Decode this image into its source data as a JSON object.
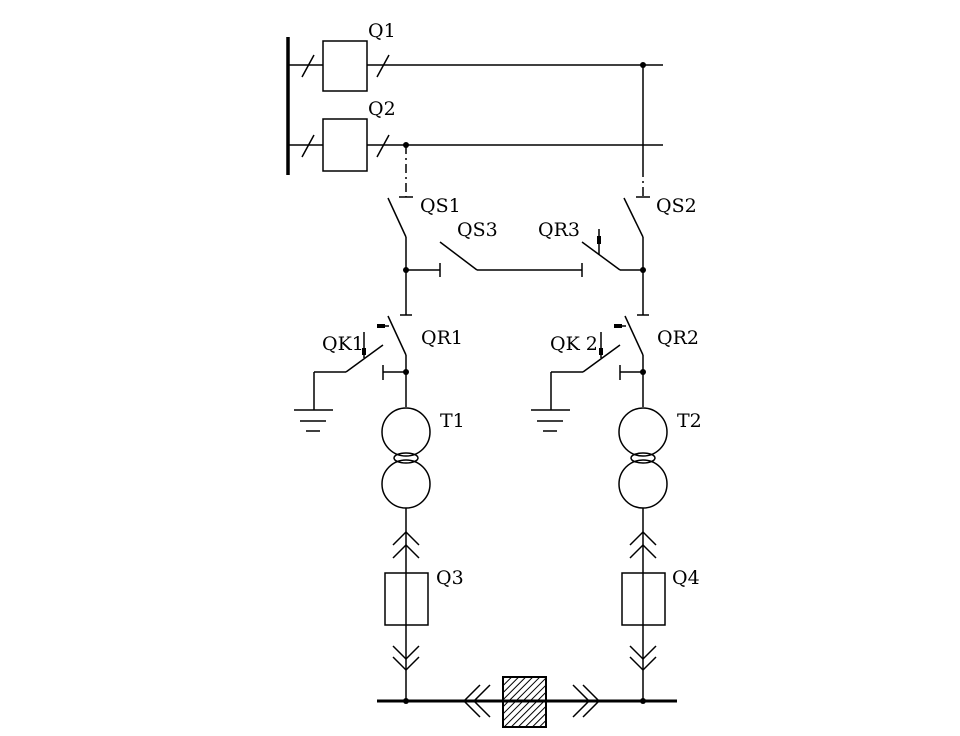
{
  "diagram": {
    "type": "electrical single-line schematic",
    "labels": {
      "q1": "Q1",
      "q2": "Q2",
      "qs1": "QS1",
      "qs2": "QS2",
      "qs3": "QS3",
      "qr3": "QR3",
      "qk1": "QK1",
      "qr1": "QR1",
      "qk2": "QK 2",
      "qr2": "QR2",
      "t1": "T1",
      "t2": "T2",
      "q3": "Q3",
      "q4": "Q4"
    }
  }
}
